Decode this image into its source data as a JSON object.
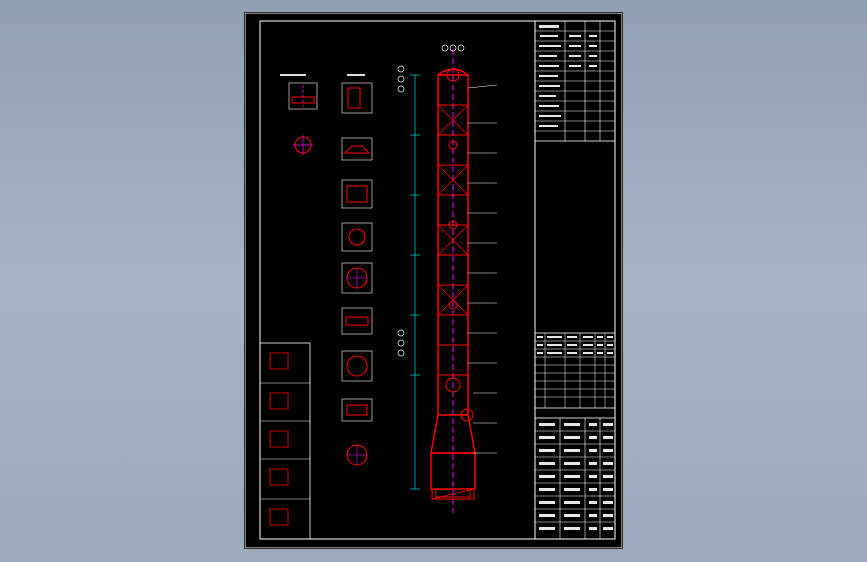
{
  "viewport": {
    "background_color": "#9aa9bb",
    "sheet_color": "#000000",
    "line_colors": {
      "frame": "#ffffff",
      "part": "#ff0000",
      "centerline": "#ff00ff",
      "dimension": "#00ffff",
      "leader": "#ffffff"
    }
  },
  "drawing": {
    "sheet": "cad-drawing-sheet",
    "views": [
      {
        "name": "column-elevation",
        "kind": "main-view"
      },
      {
        "name": "detail-views",
        "kind": "details"
      },
      {
        "name": "nozzle-details",
        "kind": "details"
      },
      {
        "name": "technical-table",
        "kind": "table"
      },
      {
        "name": "title-block",
        "kind": "table"
      }
    ]
  }
}
